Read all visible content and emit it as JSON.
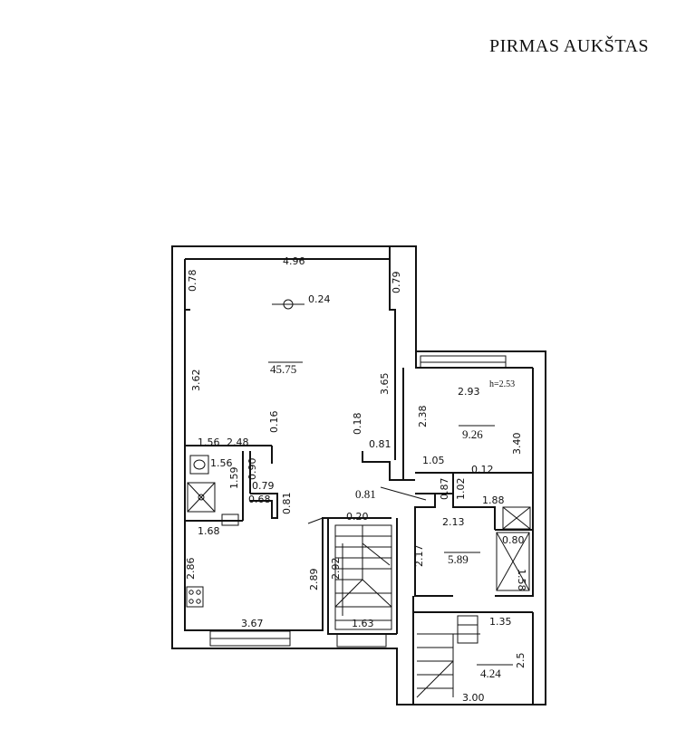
{
  "title": "PIRMAS AUKŠTAS",
  "rooms": {
    "living": {
      "area": "45.75"
    },
    "bedroom": {
      "area": "9.26",
      "height": "h=2.53"
    },
    "corridor": {
      "area": "0.81"
    },
    "storage": {
      "area": "5.89"
    },
    "stair_room": {
      "area": "4.24"
    }
  },
  "dims": {
    "d_4_96": "4.96",
    "d_0_78": "0.78",
    "d_0_79": "0.79",
    "d_0_24": "0.24",
    "d_3_62": "3.62",
    "d_3_65": "3.65",
    "d_0_16": "0.16",
    "d_0_18": "0.18",
    "d_1_56a": "1.56",
    "d_2_48": "2.48",
    "d_0_81a": "0.81",
    "d_1_56b": "1.56",
    "d_0_90": "0.90",
    "d_1_59": "1.59",
    "d_0_79b": "0.79",
    "d_0_68": "0.68",
    "d_0_81b": "0.81",
    "d_1_68": "1.68",
    "d_0_20": "0.20",
    "d_2_86": "2.86",
    "d_2_89": "2.89",
    "d_2_92": "2.92",
    "d_3_67": "3.67",
    "d_1_63": "1.63",
    "d_2_93": "2.93",
    "d_2_38": "2.38",
    "d_3_40": "3.40",
    "d_1_05": "1.05",
    "d_0_12": "0.12",
    "d_0_87": "0.87",
    "d_1_02": "1.02",
    "d_1_88": "1.88",
    "d_2_13": "2.13",
    "d_2_17": "2.17",
    "d_0_80": "0.80",
    "d_1_58": "1.58",
    "d_1_35": "1.35",
    "d_3_00": "3.00",
    "d_partial": "2.5"
  }
}
